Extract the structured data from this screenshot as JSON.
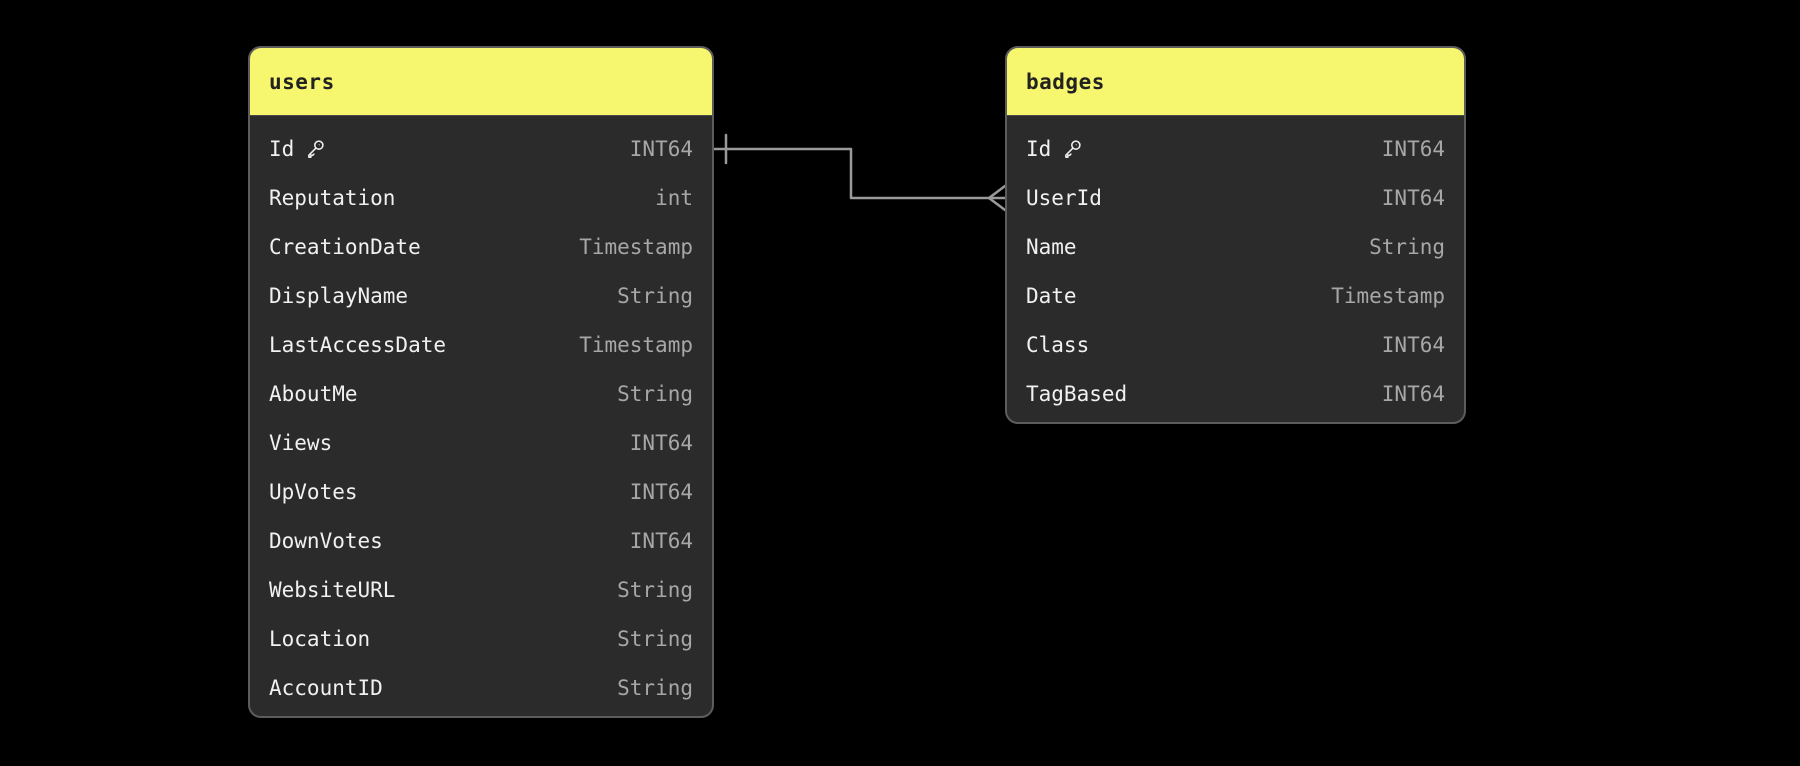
{
  "canvas": {
    "background": "#000000"
  },
  "theme": {
    "header_bg": "#f6f66f",
    "header_text": "#222222",
    "table_bg": "#2b2b2b",
    "table_border": "#5c5c5c",
    "field_name_color": "#f1f1f1",
    "field_type_color": "#a7a7a7",
    "connector_color": "#9a9a9a"
  },
  "tables": [
    {
      "name": "users",
      "fields": [
        {
          "name": "Id",
          "type": "INT64",
          "primary_key": true
        },
        {
          "name": "Reputation",
          "type": "int",
          "primary_key": false
        },
        {
          "name": "CreationDate",
          "type": "Timestamp",
          "primary_key": false
        },
        {
          "name": "DisplayName",
          "type": "String",
          "primary_key": false
        },
        {
          "name": "LastAccessDate",
          "type": "Timestamp",
          "primary_key": false
        },
        {
          "name": "AboutMe",
          "type": "String",
          "primary_key": false
        },
        {
          "name": "Views",
          "type": "INT64",
          "primary_key": false
        },
        {
          "name": "UpVotes",
          "type": "INT64",
          "primary_key": false
        },
        {
          "name": "DownVotes",
          "type": "INT64",
          "primary_key": false
        },
        {
          "name": "WebsiteURL",
          "type": "String",
          "primary_key": false
        },
        {
          "name": "Location",
          "type": "String",
          "primary_key": false
        },
        {
          "name": "AccountID",
          "type": "String",
          "primary_key": false
        }
      ]
    },
    {
      "name": "badges",
      "fields": [
        {
          "name": "Id",
          "type": "INT64",
          "primary_key": true
        },
        {
          "name": "UserId",
          "type": "INT64",
          "primary_key": false
        },
        {
          "name": "Name",
          "type": "String",
          "primary_key": false
        },
        {
          "name": "Date",
          "type": "Timestamp",
          "primary_key": false
        },
        {
          "name": "Class",
          "type": "INT64",
          "primary_key": false
        },
        {
          "name": "TagBased",
          "type": "INT64",
          "primary_key": false
        }
      ]
    }
  ],
  "relationship": {
    "from_table": "users",
    "from_field": "Id",
    "to_table": "badges",
    "to_field": "UserId",
    "from_cardinality": "one",
    "to_cardinality": "many"
  }
}
